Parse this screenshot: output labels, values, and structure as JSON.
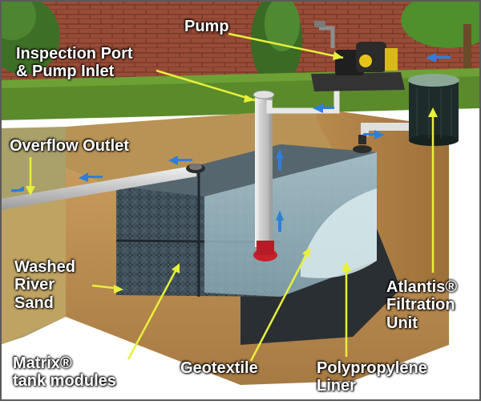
{
  "labels": {
    "pump": "Pump",
    "inspection_line1": "Inspection Port",
    "inspection_line2": "& Pump Inlet",
    "overflow": "Overflow Outlet",
    "sand_line1": "Washed",
    "sand_line2": "River",
    "sand_line3": "Sand",
    "atlantis_line1": "Atlantis®",
    "atlantis_line2": "Filtration",
    "atlantis_line3": "Unit",
    "matrix_line1": "Matrix®",
    "matrix_line2": "tank modules",
    "geotextile": "Geotextile",
    "liner_line1": "Polypropylene",
    "liner_line2": "Liner"
  },
  "colors": {
    "leader": "#e8f03a",
    "flow_arrow": "#2f7fd8",
    "grass": "#5b8a2a",
    "brick": "#a5533c",
    "soil": "#b7894f",
    "water": "#8fb4c0",
    "module": "#3f4f5a"
  }
}
